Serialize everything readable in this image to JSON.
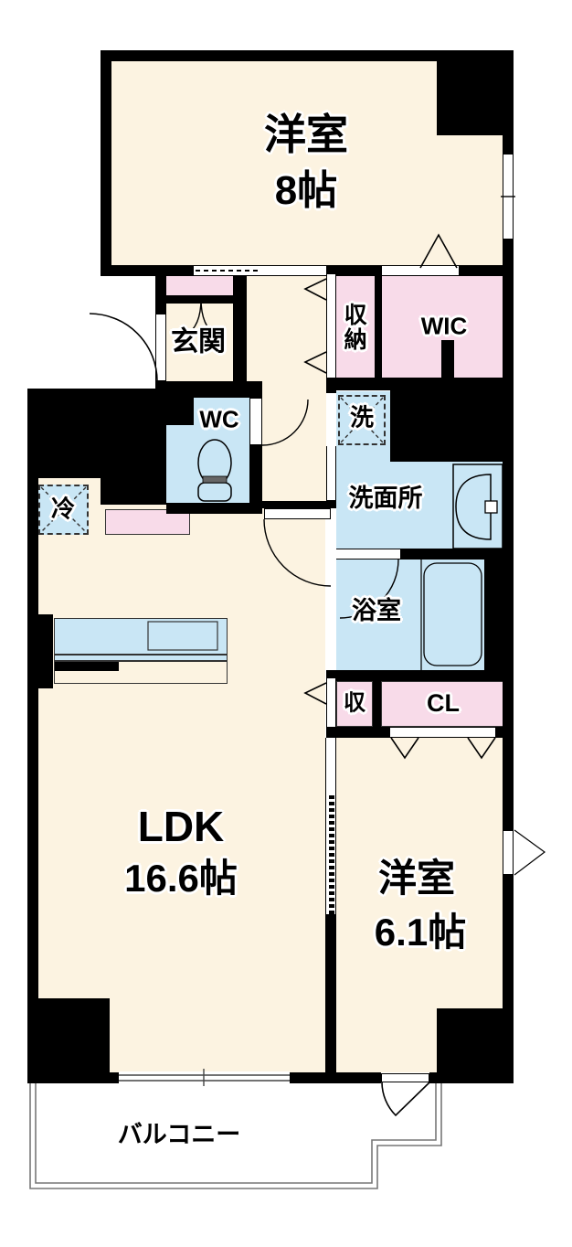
{
  "plan_title": "floor-plan",
  "colors": {
    "room_floor": "#FCF3E1",
    "closet_pink": "#F8DBE9",
    "wet_area_blue": "#C9E6F5",
    "wall_black": "#000000",
    "balcony_line": "#777777"
  },
  "rooms": {
    "bedroom8": {
      "name": "洋室",
      "size": "8帖"
    },
    "entrance": {
      "name": "玄関"
    },
    "hall_storage": {
      "name": "収納"
    },
    "wic": {
      "name": "WIC"
    },
    "wc": {
      "name": "WC"
    },
    "laundry": {
      "name": "洗"
    },
    "washroom": {
      "name": "洗面所"
    },
    "bathroom": {
      "name": "浴室"
    },
    "fridge": {
      "name": "冷"
    },
    "ldk": {
      "name": "LDK",
      "size": "16.6帖"
    },
    "storage": {
      "name": "収"
    },
    "closet": {
      "name": "CL"
    },
    "bedroom61": {
      "name": "洋室",
      "size": "6.1帖"
    },
    "balcony": {
      "name": "バルコニー"
    }
  }
}
